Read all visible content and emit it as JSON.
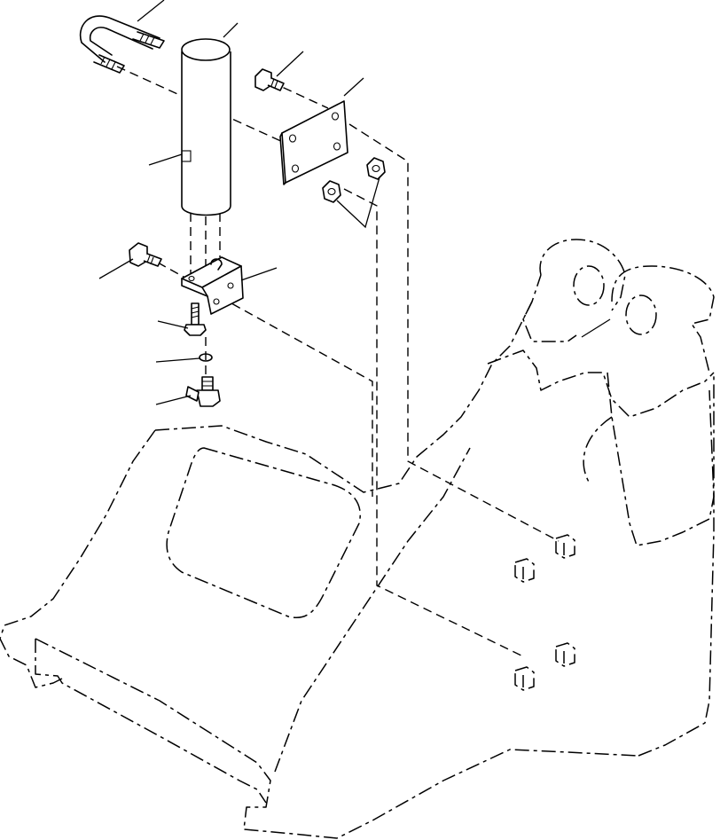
{
  "diagram": {
    "kind": "exploded-parts-view",
    "line_color": "#000000",
    "background": "#ffffff",
    "components": [
      "u-bolt",
      "cylinder",
      "bolt-upper",
      "mounting-plate",
      "nut-pair",
      "bolt-lower",
      "bracket",
      "short-bolt",
      "o-ring",
      "elbow-fitting",
      "frame-phantom",
      "weld-nut-group"
    ],
    "callouts": [
      "",
      "",
      "",
      "",
      "",
      "",
      "",
      "",
      "",
      "",
      ""
    ]
  }
}
